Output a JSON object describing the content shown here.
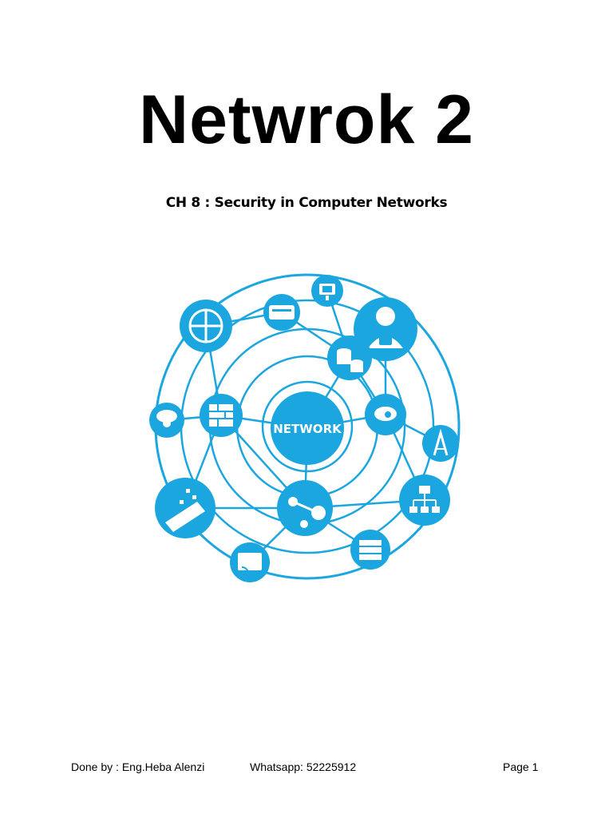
{
  "document": {
    "title": "Netwrok 2",
    "subtitle": "CH 8 : Security in Computer Networks"
  },
  "graphic": {
    "center_label": "NETWORK",
    "accent_color": "#1ba6e0",
    "icons": [
      "wifi-computer-icon",
      "router-icon",
      "globe-grid-icon",
      "user-lock-icon",
      "database-icon",
      "cloud-gear-icon",
      "firewall-icon",
      "cloud-settings-icon",
      "signal-tower-icon",
      "tablet-data-icon",
      "sharing-nodes-icon",
      "network-hierarchy-icon",
      "cast-screen-icon",
      "server-rack-icon"
    ]
  },
  "footer": {
    "author": "Done by : Eng.Heba Alenzi",
    "contact": "Whatsapp: 52225912",
    "page": "Page 1"
  }
}
